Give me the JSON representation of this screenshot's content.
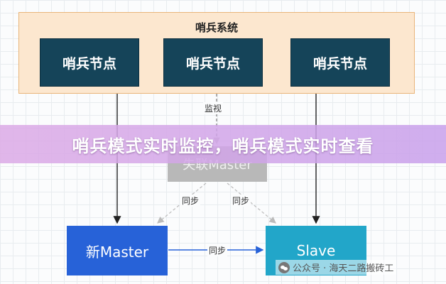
{
  "system": {
    "title": "哨兵系统",
    "nodes": [
      "哨兵节点",
      "哨兵节点",
      "哨兵节点"
    ]
  },
  "edges": {
    "monitor_label": "监视",
    "sync_left_label": "同步",
    "sync_right_label": "同步",
    "sync_bottom_label": "同步"
  },
  "banner": {
    "text": "哨兵模式实时监控，哨兵模式实时查看"
  },
  "failed_master": {
    "label": "失联Master"
  },
  "new_master": {
    "label": "新Master"
  },
  "slave": {
    "label": "Slave"
  },
  "watermark": {
    "text": "公众号 · 海天二路搬砖工"
  }
}
